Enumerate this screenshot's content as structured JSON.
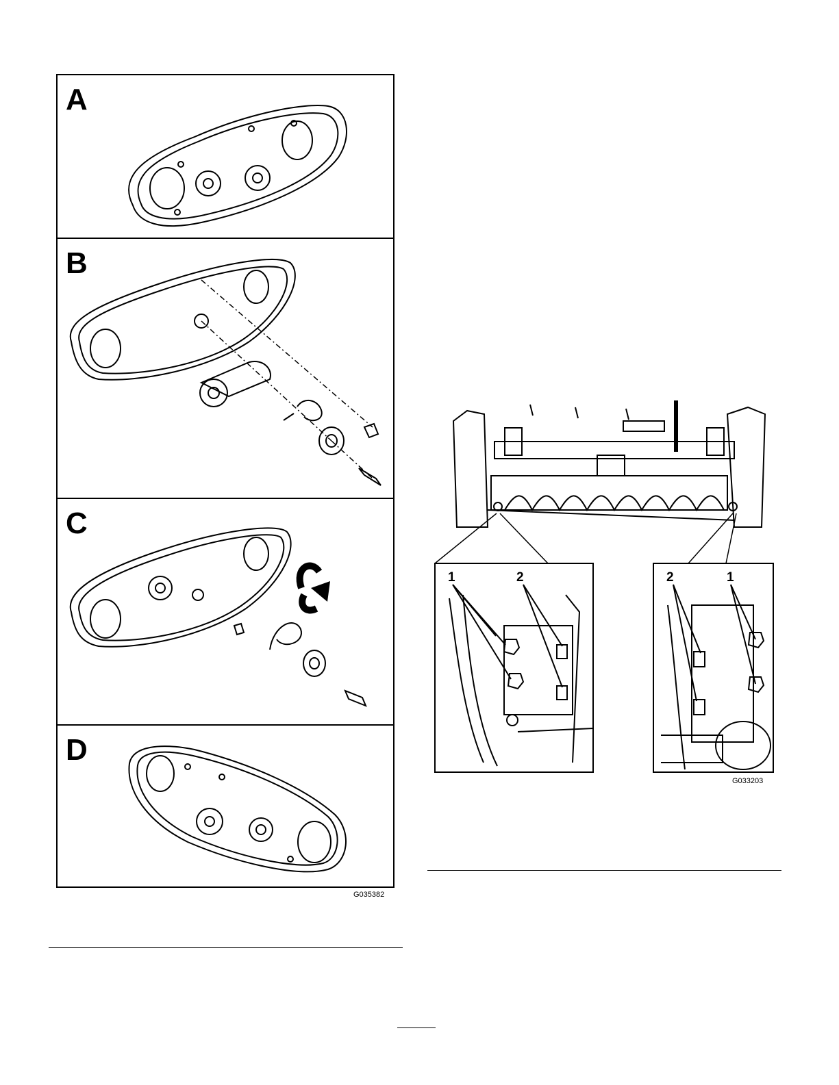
{
  "left_figure": {
    "panels": [
      {
        "label": "A"
      },
      {
        "label": "B"
      },
      {
        "label": "C"
      },
      {
        "label": "D"
      }
    ],
    "figure_code": "G035382"
  },
  "right_figure": {
    "callouts_left": [
      "1",
      "2"
    ],
    "callouts_right": [
      "2",
      "1"
    ],
    "figure_code": "G033203"
  }
}
